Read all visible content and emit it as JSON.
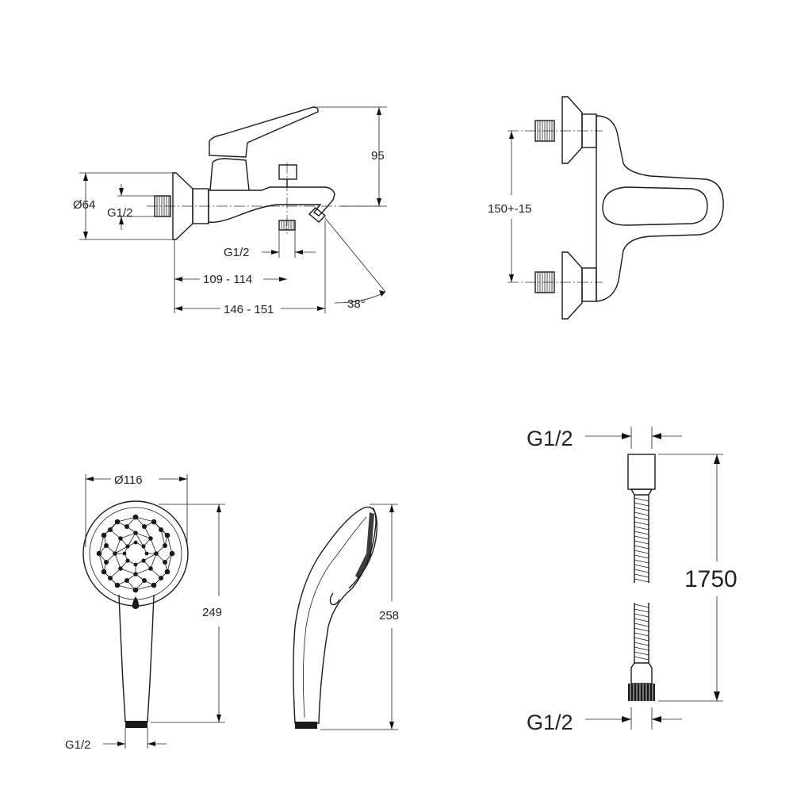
{
  "faucet_side": {
    "height": "95",
    "diameter": "Ø64",
    "thread_inlet": "G1/2",
    "thread_outlet": "G1/2",
    "reach_inner": "109 - 114",
    "reach_outer": "146 - 151",
    "angle": "38°"
  },
  "faucet_top": {
    "center_distance": "150+-15"
  },
  "hand_shower": {
    "diameter": "Ø116",
    "front_length": "249",
    "side_length": "258",
    "thread": "G1/2"
  },
  "hose": {
    "thread_top": "G1/2",
    "thread_bottom": "G1/2",
    "length": "1750"
  }
}
